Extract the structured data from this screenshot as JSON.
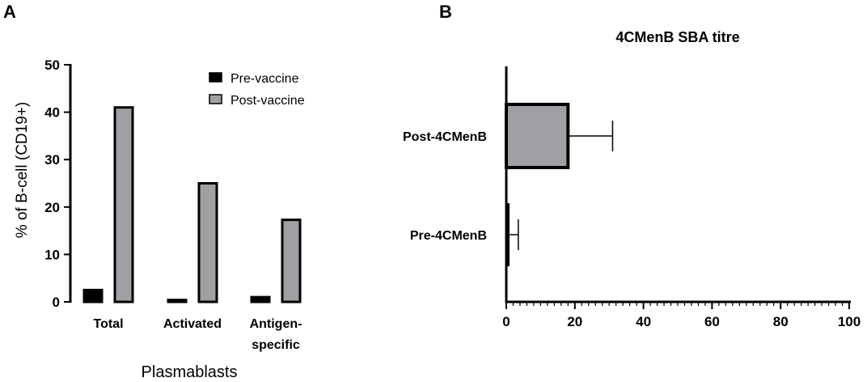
{
  "chart_data": [
    {
      "panel_label": "A",
      "type": "bar",
      "orientation": "vertical",
      "categories": [
        [
          "Total"
        ],
        [
          "Activated"
        ],
        [
          "Antigen-",
          "specific"
        ]
      ],
      "series": [
        {
          "name": "Pre-vaccine",
          "values": [
            2.5,
            0.4,
            1.0
          ],
          "color": "#000000"
        },
        {
          "name": "Post-vaccine",
          "values": [
            41,
            25,
            17.3
          ],
          "color": "#a0a0a4"
        }
      ],
      "ylabel": "% of B-cell (CD19+)",
      "xlabel": "Plasmablasts",
      "ylim": [
        0,
        50
      ],
      "yticks": [
        "0",
        "10",
        "20",
        "30",
        "40",
        "50"
      ],
      "legend_position": "top-right"
    },
    {
      "panel_label": "B",
      "type": "bar",
      "orientation": "horizontal",
      "title": "4CMenB SBA titre",
      "categories": [
        "Post-4CMenB",
        "Pre-4CMenB"
      ],
      "values": [
        18,
        1
      ],
      "error_upper": [
        31,
        3.5
      ],
      "colors": [
        "#a0a0a4",
        "#000000"
      ],
      "xlim": [
        0,
        100
      ],
      "xticks": [
        "0",
        "20",
        "40",
        "60",
        "80",
        "100"
      ]
    }
  ]
}
